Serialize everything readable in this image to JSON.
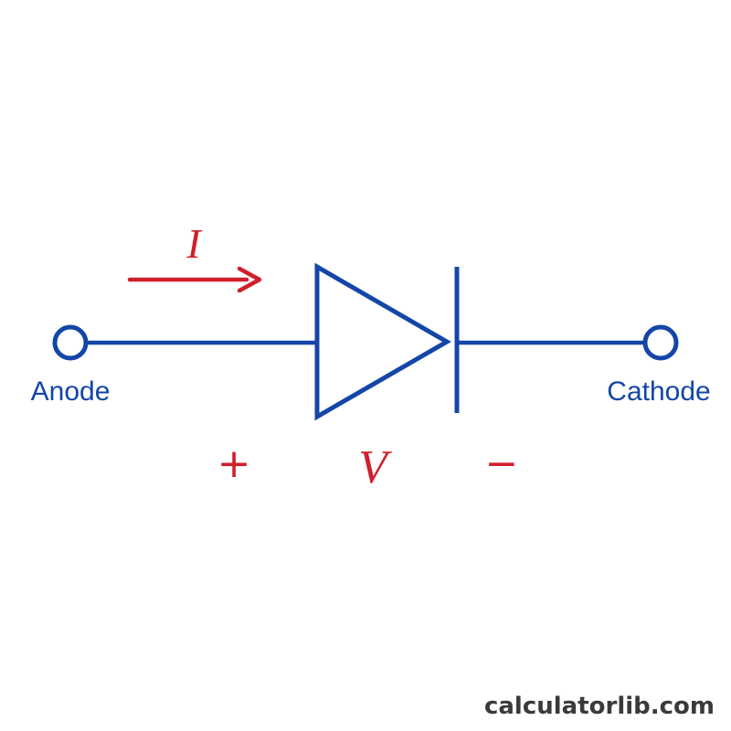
{
  "colors": {
    "circuit": "#1446a8",
    "annotation": "#d01f2c",
    "watermark": "#3a3a3a",
    "background": "#ffffff"
  },
  "labels": {
    "current": "I",
    "voltage": "V",
    "plus": "+",
    "minus": "−",
    "anode": "Anode",
    "cathode": "Cathode"
  },
  "watermark": {
    "text": "calculatorlib.com"
  }
}
